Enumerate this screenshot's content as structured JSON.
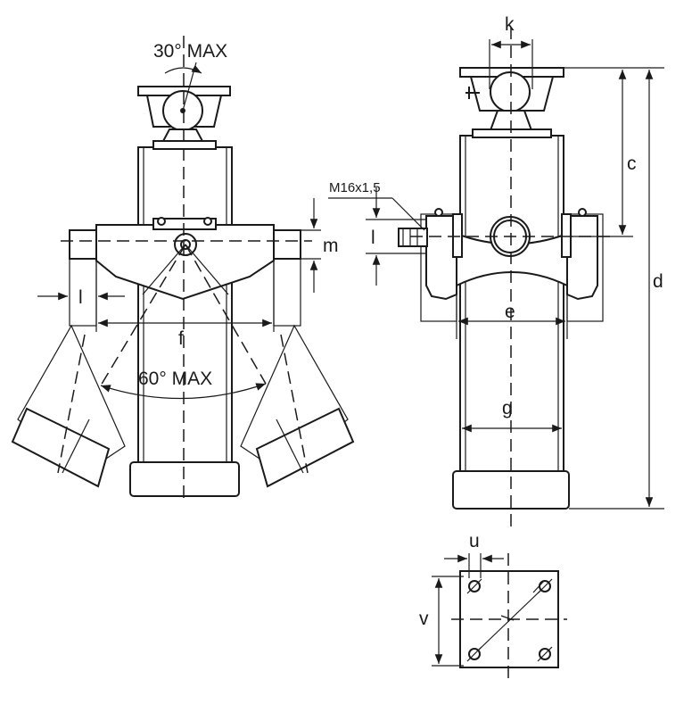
{
  "labels": {
    "tilt_top": "30° MAX",
    "swing": "60° MAX",
    "f": "f",
    "l_left": "l",
    "m": "m",
    "thread": "M16x1,5",
    "l_right": "l",
    "k": "k",
    "c": "c",
    "d": "d",
    "e": "e",
    "g": "g",
    "u": "u",
    "v": "v"
  },
  "colors": {
    "line": "#1a1a1a",
    "background": "#ffffff"
  }
}
